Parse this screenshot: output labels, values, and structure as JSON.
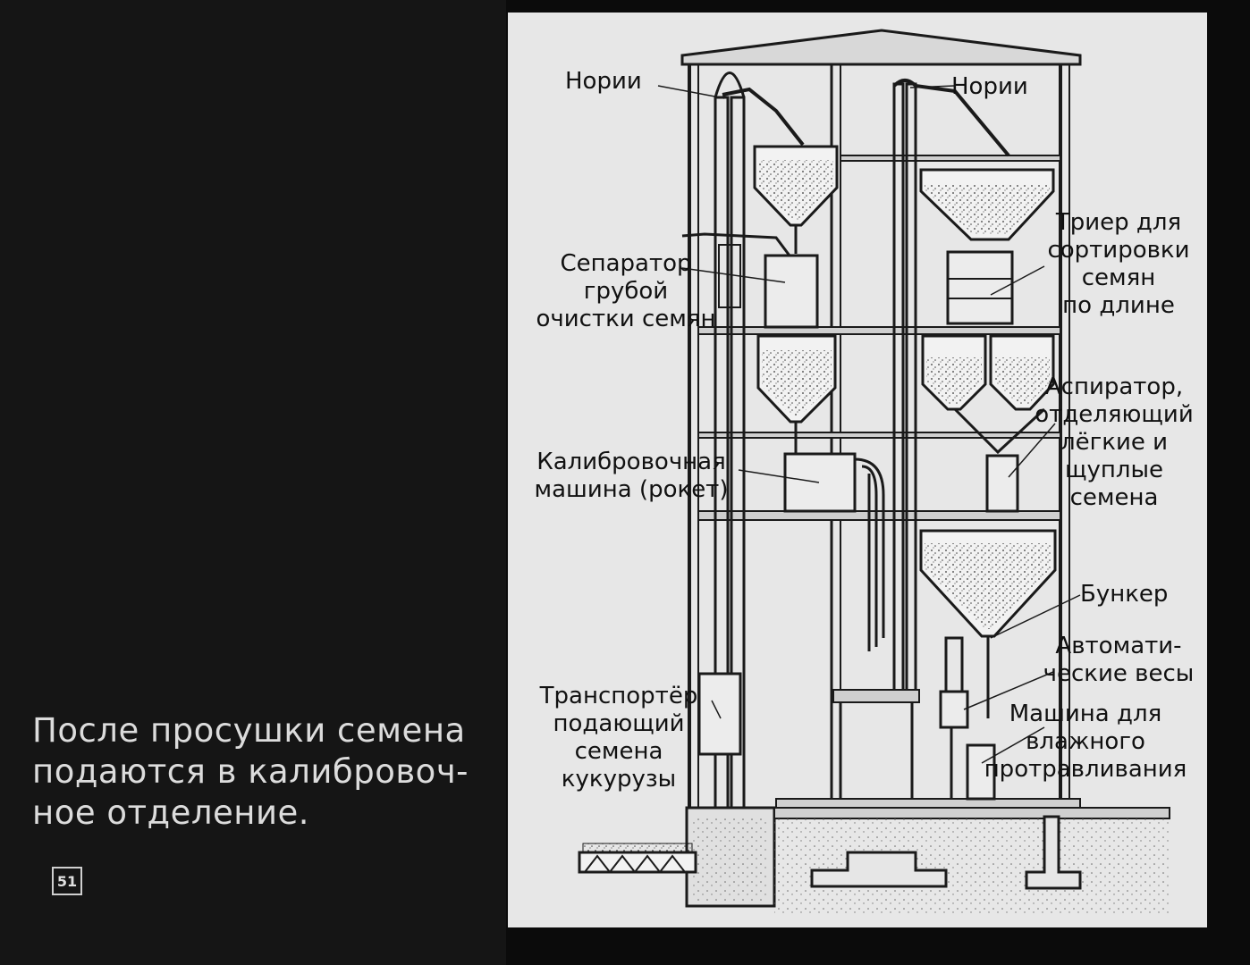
{
  "caption": {
    "line1": "После просушки семена",
    "line2": "подаются в калибровоч-",
    "line3": "ное  отделение."
  },
  "slide_number": "51",
  "labels": {
    "norii_left": "Нории",
    "norii_right": "Нории",
    "separator": [
      "Сепаратор",
      "грубой",
      "очистки  семян"
    ],
    "trier": [
      "Триер  для",
      "сортировки",
      "семян",
      "по  длине"
    ],
    "aspirator": [
      "Аспиратор,",
      "отделяющий",
      "лёгкие  и",
      "щуплые",
      "семена"
    ],
    "calibrator": [
      "Калибровочная",
      "машина  (рокет)"
    ],
    "bunker": "Бункер",
    "scales": [
      "Автомати-",
      "ческие  весы"
    ],
    "treater": [
      "Машина  для",
      "влажного",
      "протравливания"
    ],
    "transporter": [
      "Транспортёр",
      "подающий",
      "семена",
      "кукурузы"
    ]
  },
  "colors": {
    "background": "#0b0b0b",
    "panel": "#e7e7e7",
    "ink": "#1a1a1a",
    "caption_text": "#dcdcdc"
  }
}
